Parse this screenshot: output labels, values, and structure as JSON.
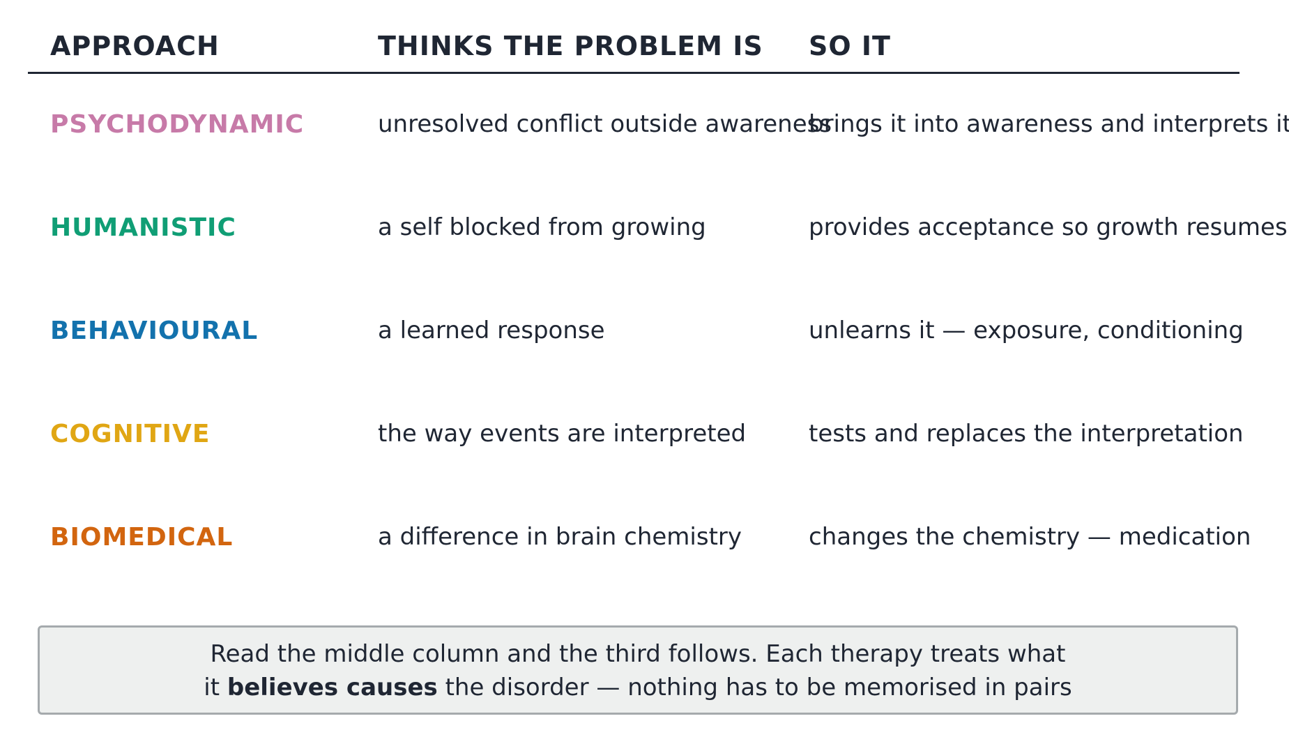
{
  "header": {
    "col_approach": "APPROACH",
    "col_problem": "THINKS THE PROBLEM IS",
    "col_so_it": "SO IT"
  },
  "rows": [
    {
      "approach": "PSYCHODYNAMIC",
      "color": "#c77aa8",
      "problem": "unresolved conflict outside awareness",
      "so_it": "brings it into awareness and interprets it"
    },
    {
      "approach": "HUMANISTIC",
      "color": "#109e75",
      "problem": "a self blocked from growing",
      "so_it": "provides acceptance so growth resumes"
    },
    {
      "approach": "BEHAVIOURAL",
      "color": "#1372ad",
      "problem": "a learned response",
      "so_it": "unlearns it — exposure, conditioning"
    },
    {
      "approach": "COGNITIVE",
      "color": "#e0a614",
      "problem": "the way events are interpreted",
      "so_it": "tests and replaces the interpretation"
    },
    {
      "approach": "BIOMEDICAL",
      "color": "#d2650f",
      "problem": "a difference in brain chemistry",
      "so_it": "changes the chemistry — medication"
    }
  ],
  "note": {
    "line1": "Read the middle column and the third follows. Each therapy treats what",
    "line2_pre": "it ",
    "line2_bold": "believes causes",
    "line2_post": " the disorder — nothing has to be memorised in pairs"
  },
  "colors": {
    "text": "#1f2633",
    "rule": "#1f2633",
    "note_bg": "#eef0ef",
    "note_border": "#a5aaad"
  }
}
